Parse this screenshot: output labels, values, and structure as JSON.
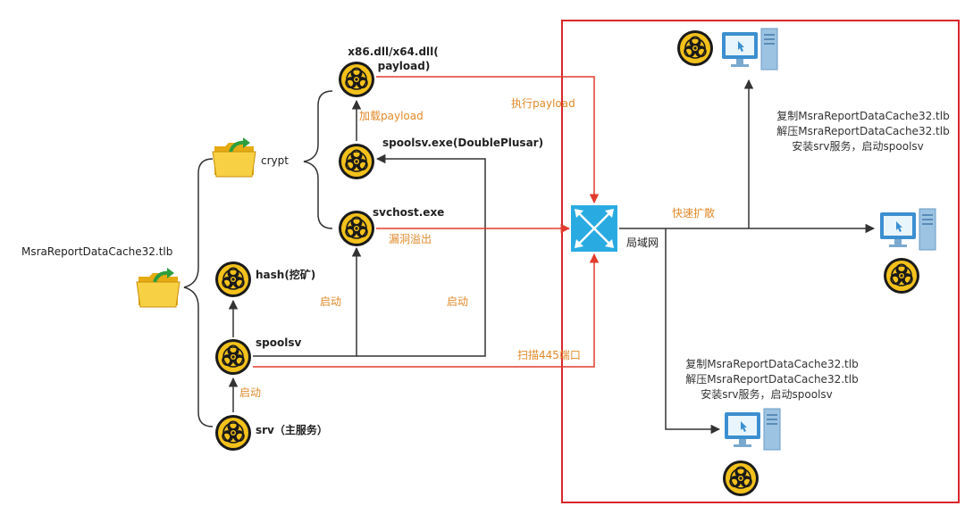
{
  "root_label": "MsraReportDataCache32.tlb",
  "crypt_label": "crypt",
  "nodes": {
    "payload_line1": "x86.dll/x64.dll(",
    "payload_line2": "payload)",
    "spoolsv_exe": "spoolsv.exe(DoublePlusar)",
    "svchost": "svchost.exe",
    "hash": "hash(挖矿)",
    "spoolsv": "spoolsv",
    "srv": "srv（主服务）"
  },
  "edge_labels": {
    "load_payload": "加载payload",
    "exec_payload": "执行payload",
    "exploit_out": "漏洞溢出",
    "start_left": "启动",
    "start_right": "启动",
    "start_bottom": "启动",
    "scan_445": "扫描445端口",
    "fast_spread": "快速扩散",
    "lan": "局域网"
  },
  "right_desc": {
    "line1": "复制MsraReportDataCache32.tlb",
    "line2": "解压MsraReportDataCache32.tlb",
    "line3": "安装srv服务，启动spoolsv"
  },
  "bottom_desc": {
    "line1": "复制MsraReportDataCache32.tlb",
    "line2": "解压MsraReportDataCache32.tlb",
    "line3": "安装srv服务，启动spoolsv"
  },
  "colors": {
    "red": "#e23b2e",
    "dark": "#333333",
    "orange_text": "#e08a2a",
    "box_border": "#d9252b",
    "switch": "#29abe2",
    "folder": "#f5c518",
    "hazard_bg": "#f3c11b"
  }
}
